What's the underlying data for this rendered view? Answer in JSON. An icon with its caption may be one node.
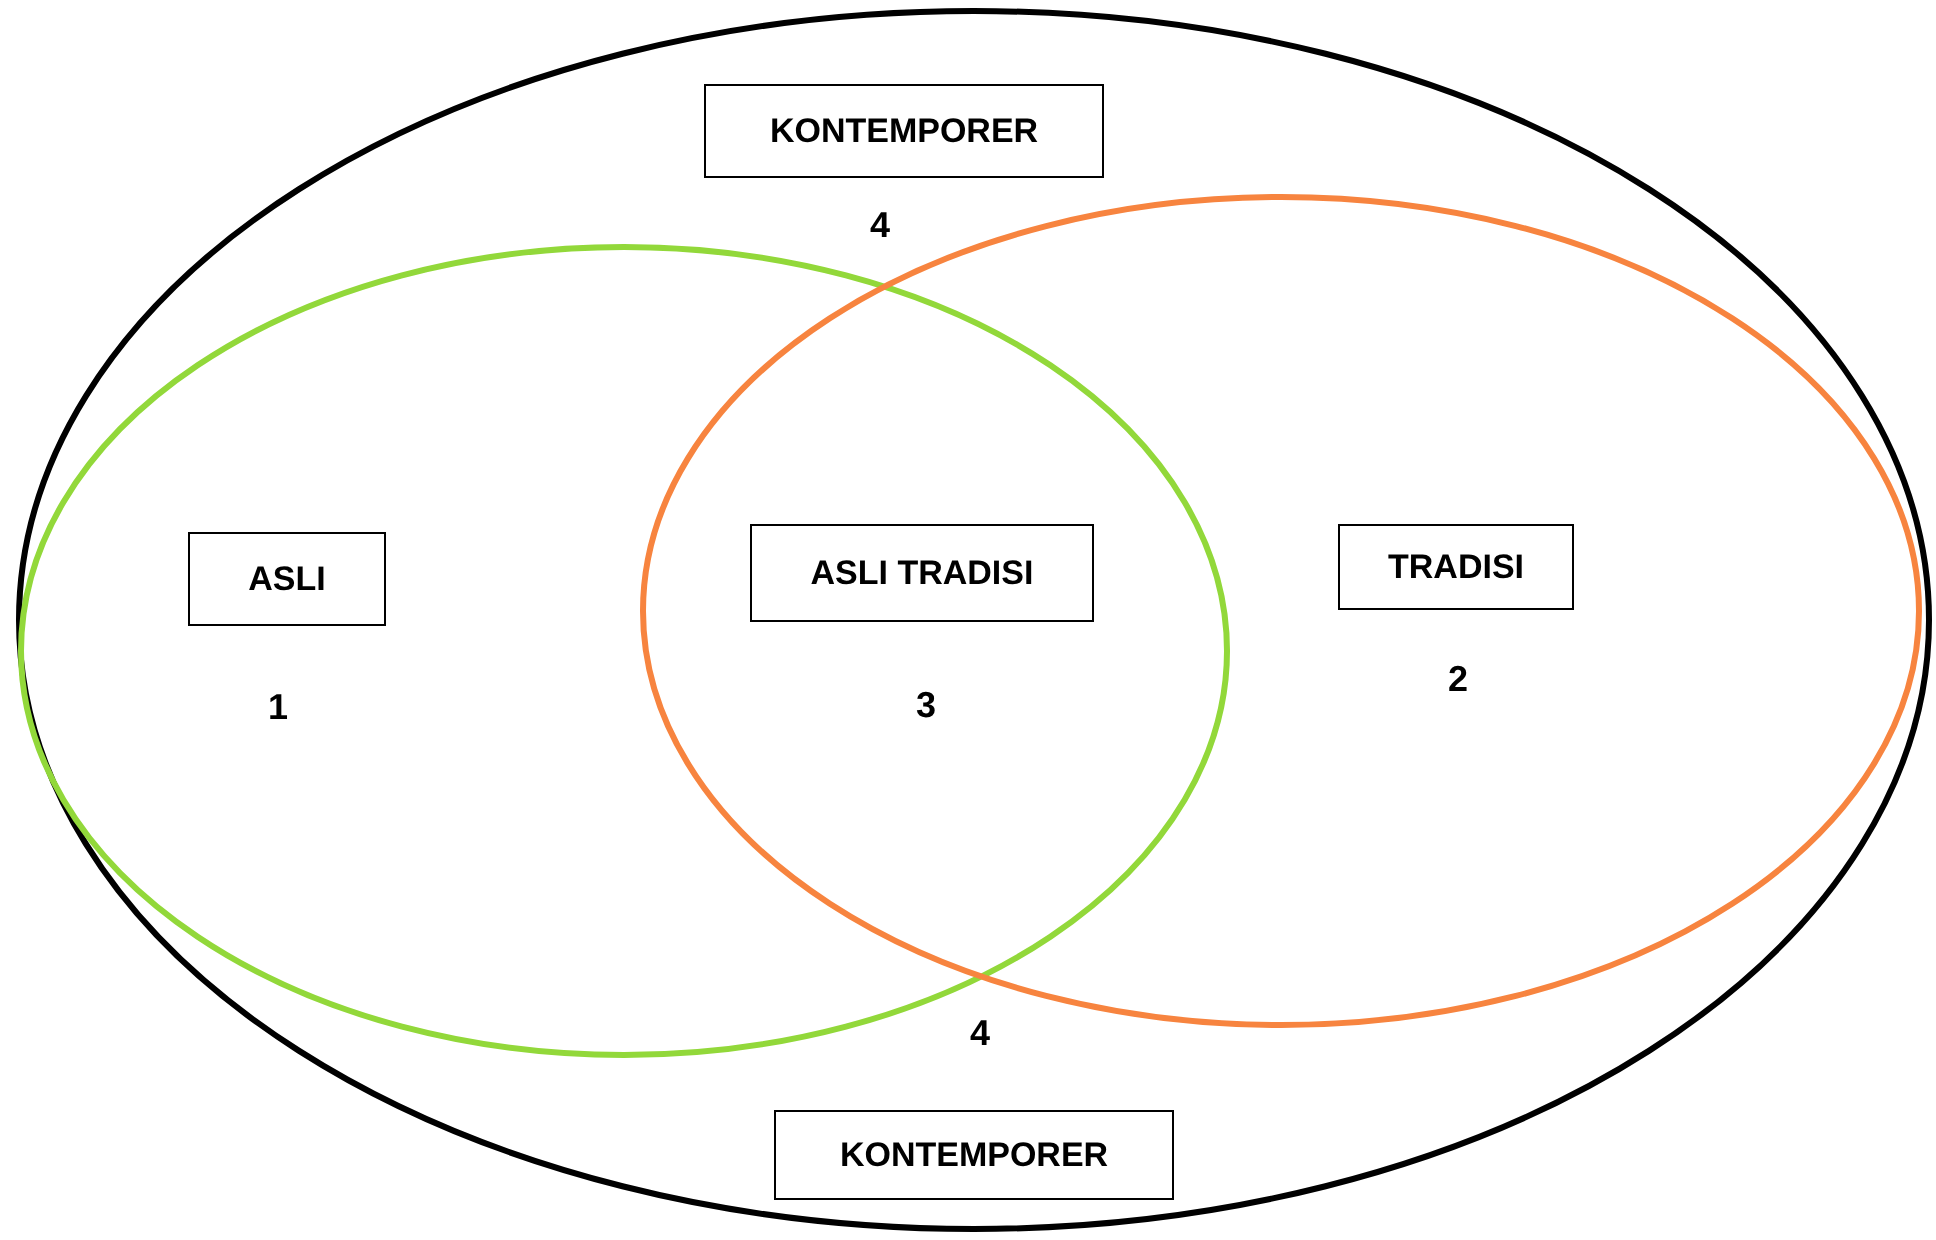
{
  "diagram": {
    "nodes": [
      {
        "text": [],
        "shape": "ellipse"
      },
      {
        "text": [],
        "shape": "ellipse",
        "in": 0
      },
      {
        "text": [],
        "shape": "ellipse",
        "in": 0
      },
      {
        "text": [
          "KONTEMPORER"
        ],
        "in": 0,
        "beside": [
          "4"
        ]
      },
      {
        "text": [
          "ASLI"
        ],
        "in": 1,
        "beside": [
          "1"
        ]
      },
      {
        "text": [
          "ASLI TRADISI"
        ],
        "beside": [
          "3"
        ]
      },
      {
        "text": [
          "TRADISI"
        ],
        "in": 2,
        "beside": [
          "2"
        ]
      },
      {
        "text": [
          "KONTEMPORER"
        ],
        "in": 0,
        "beside": [
          "4"
        ]
      }
    ]
  }
}
